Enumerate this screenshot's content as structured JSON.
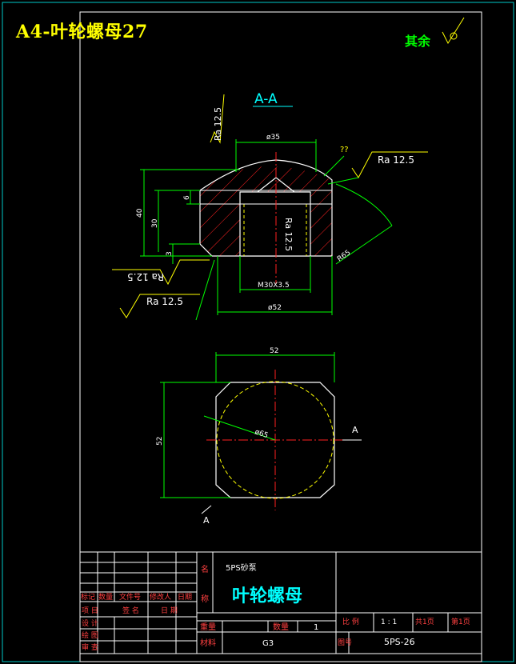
{
  "drawing_title": "A4-叶轮螺母27",
  "remaining_surface_note": "其余",
  "section_label": "A-A",
  "view_arrow_label": "A",
  "dimensions": {
    "dia_top": "ø35",
    "dia_base": "ø52",
    "thread": "M30X3.5",
    "height_total": "40",
    "height_body": "30",
    "chamfer_depth": "6",
    "base_step": "3",
    "radius_dome": "R65",
    "plan_width": "52",
    "plan_height": "52",
    "plan_circle": "ø65",
    "unknown_mark": "??"
  },
  "roughness": {
    "top_left": "Ra 12.5",
    "top_right": "Ra 12.5",
    "bore": "Ra 12.5",
    "bottom_a": "Ra 12.5",
    "bottom_b": "Ra 12.5"
  },
  "title_block": {
    "name_label": "名",
    "product": "5PS砂泵",
    "part_name": "叶轮螺母",
    "name_label2": "称",
    "row_mark": "标记",
    "row_qty": "数量",
    "row_file": "文件号",
    "row_modifier": "修改人",
    "row_date": "日期",
    "project": "项 目",
    "signature": "签 名",
    "date": "日 期",
    "design": "设 计",
    "drawing": "绘 图",
    "review": "审 查",
    "weight_label": "重量",
    "quantity_label": "数量",
    "quantity_value": "1",
    "material_label": "材料",
    "material_value": "G3",
    "scale_label": "比 例",
    "scale_value": "1 : 1",
    "sheets_total": "共1页",
    "sheet_no": "第1页",
    "drawing_no_label": "图号",
    "drawing_no_value": "5PS-26"
  }
}
